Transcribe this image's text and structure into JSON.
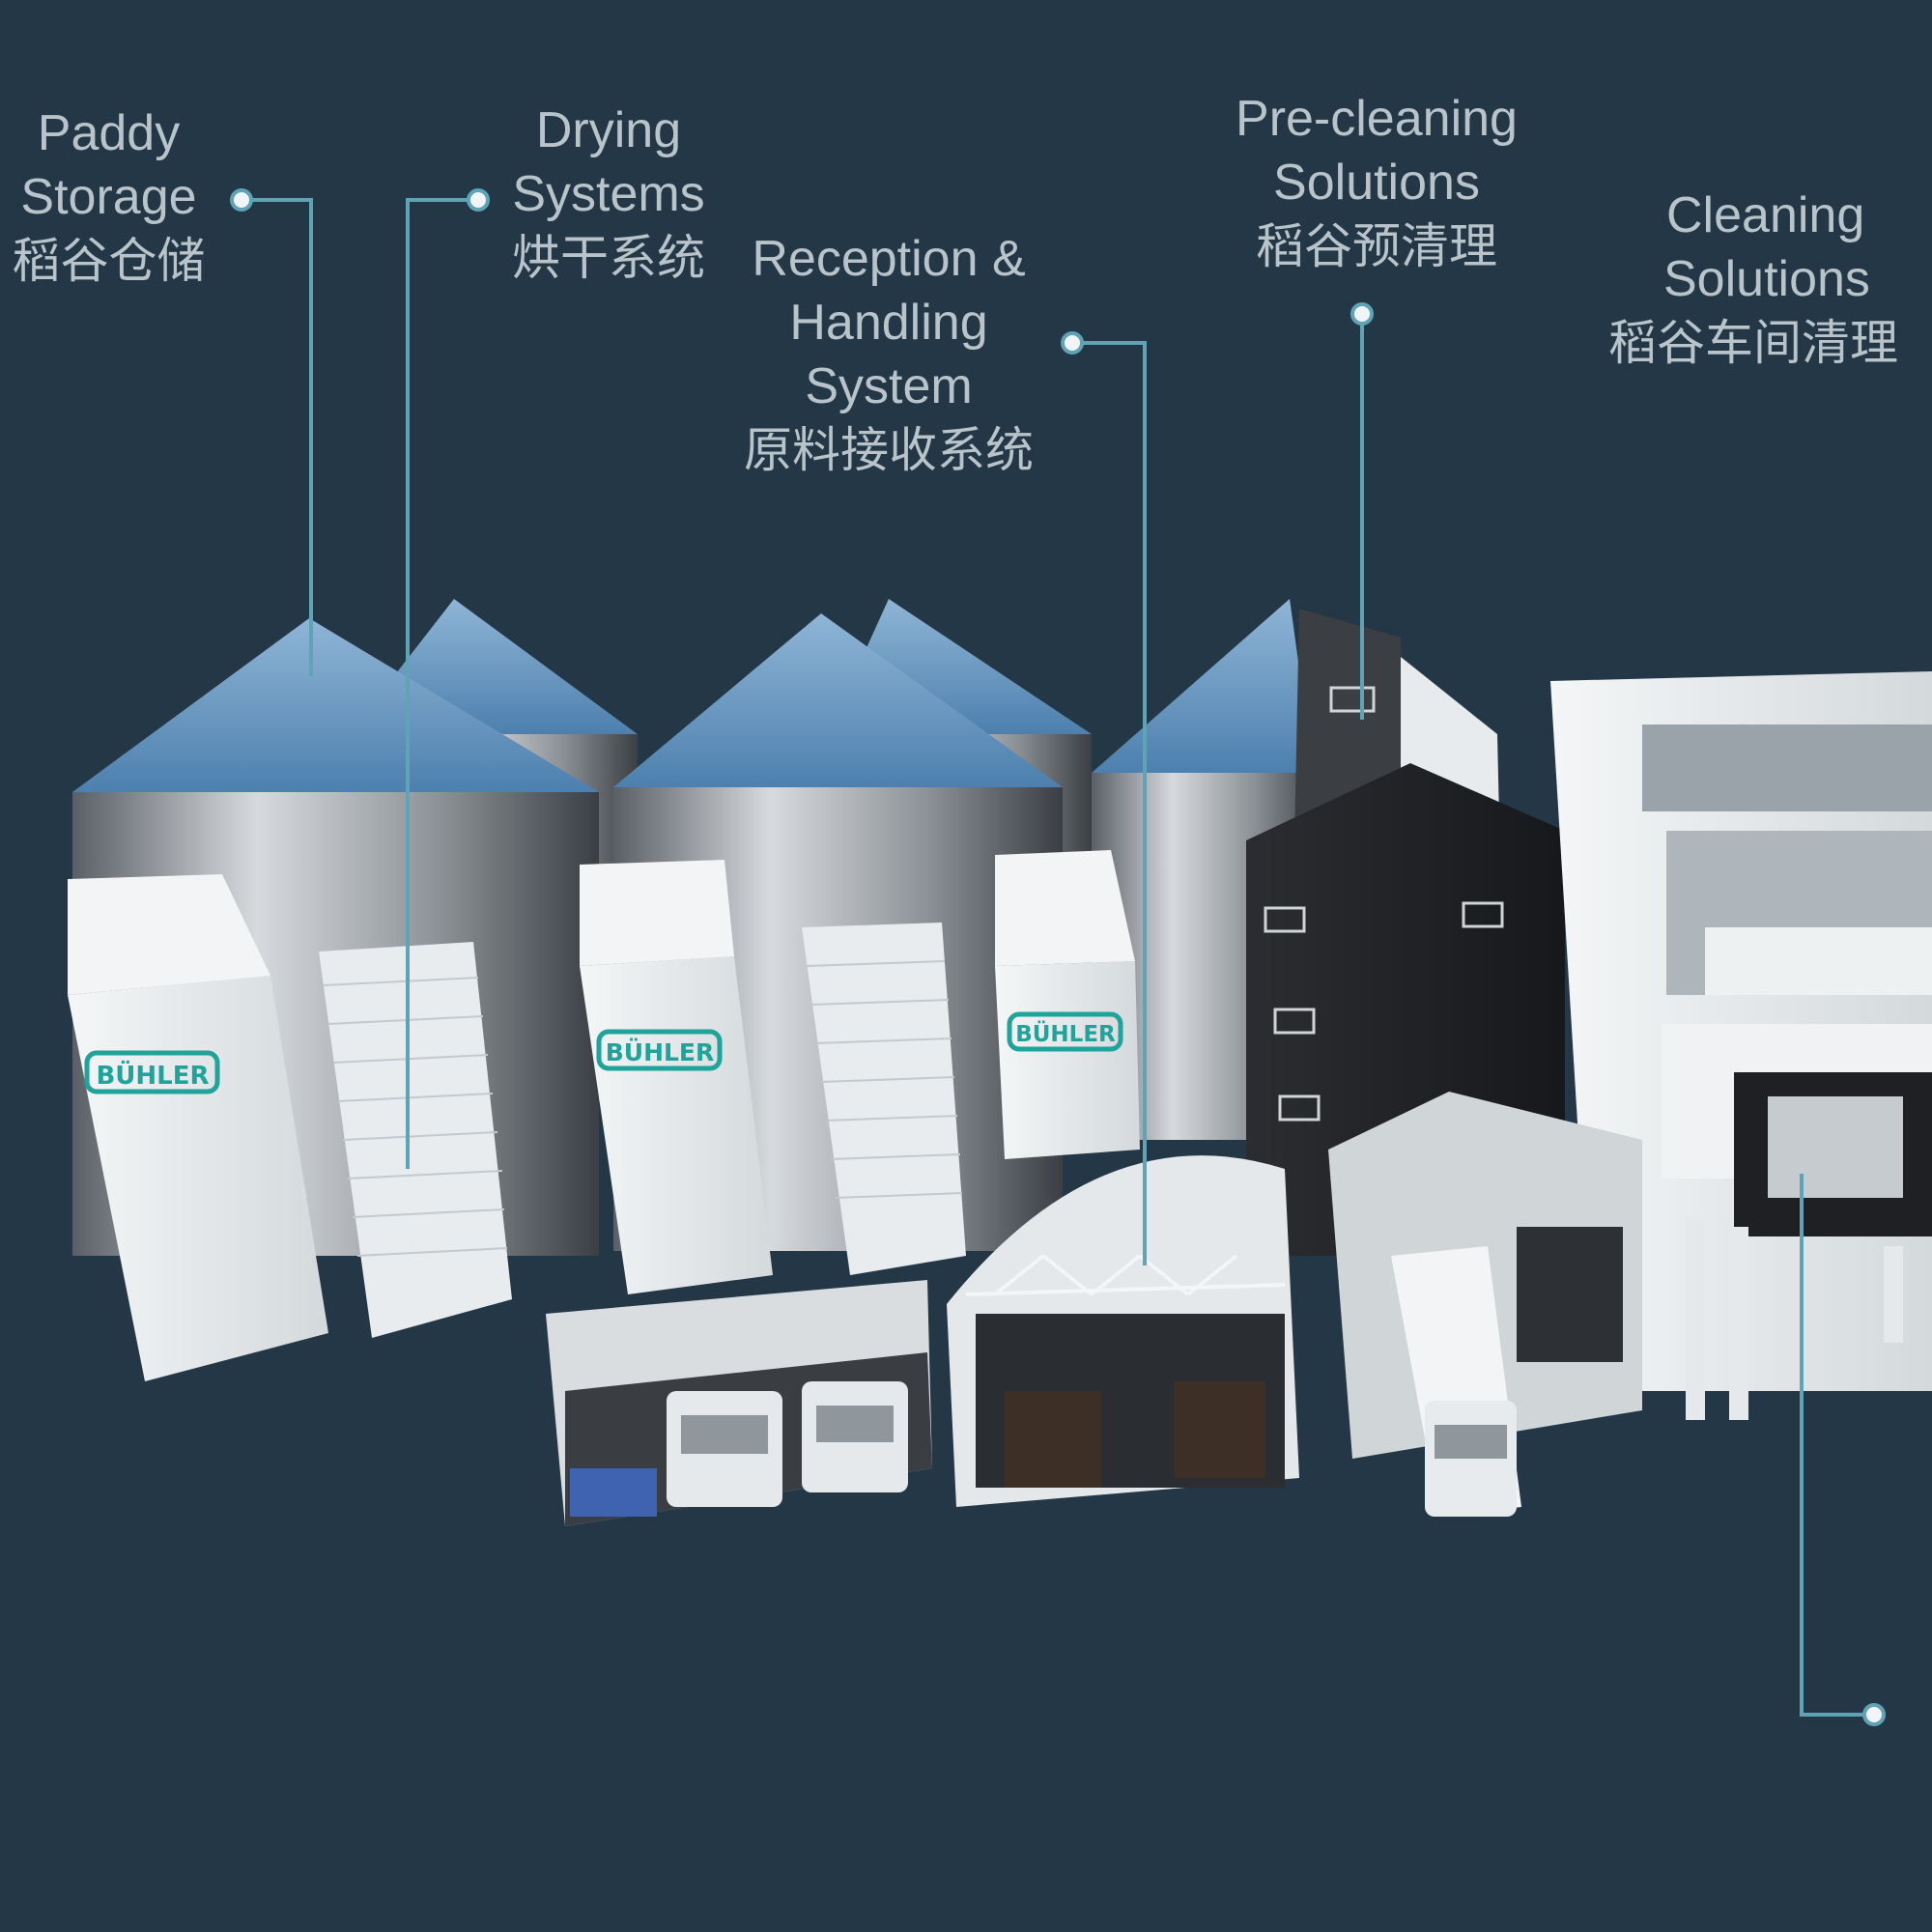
{
  "labels": {
    "paddy_storage": {
      "en1": "Paddy",
      "en2": "Storage",
      "cn": "稻谷仓储"
    },
    "drying_systems": {
      "en1": "Drying",
      "en2": "Systems",
      "cn": "烘干系统"
    },
    "reception": {
      "en1": "Reception &",
      "en2": "Handling",
      "en3": "System",
      "cn": "原料接收系统"
    },
    "pre_cleaning": {
      "en1": "Pre-cleaning",
      "en2": "Solutions",
      "cn": "稻谷预清理"
    },
    "cleaning": {
      "en1": "Cleaning",
      "en2": "Solutions",
      "cn": "稻谷车间清理"
    }
  },
  "brand": {
    "logo_text": "BÜHLER"
  },
  "colors": {
    "background": "#243746",
    "callout_line": "#5fa3b6",
    "brand": "#1fa39a"
  }
}
